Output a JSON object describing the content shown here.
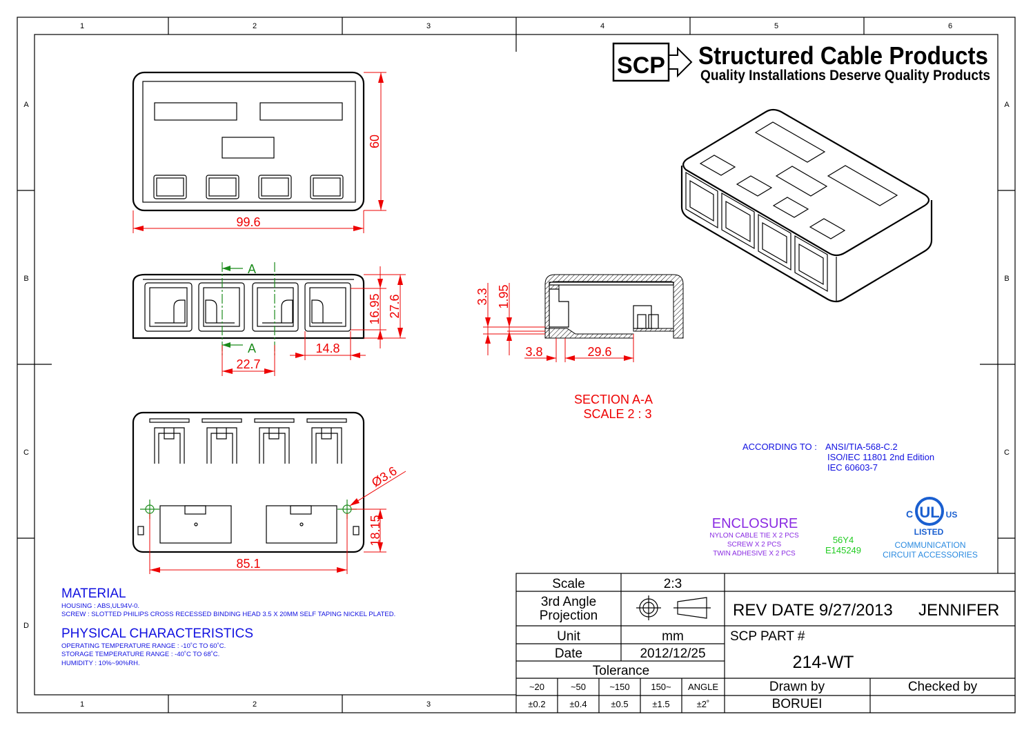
{
  "zones": {
    "columns": [
      "1",
      "2",
      "3",
      "4",
      "5",
      "6"
    ],
    "rows": [
      "A",
      "B",
      "C",
      "D"
    ]
  },
  "logo": {
    "mark": "SCP",
    "company": "Structured Cable Products",
    "slogan": "Quality Installations Deserve Quality Products"
  },
  "dimensions": {
    "top_height": "60",
    "top_width": "99.6",
    "section_marker": "A",
    "port_height": "16.95",
    "body_height": "27.6",
    "port_width": "14.8",
    "port_pitch": "22.7",
    "sec_3_3": "3.3",
    "sec_1_95": "1.95",
    "sec_3_8": "3.8",
    "sec_29_6": "29.6",
    "hole_dia": "Ø3.6",
    "hole_offset": "18.15",
    "hole_spacing": "85.1"
  },
  "section": {
    "title": "SECTION A-A",
    "scale": "SCALE 2 : 3"
  },
  "standards": {
    "label": "ACCORDING TO :",
    "items": [
      "ANSI/TIA-568-C.2",
      "ISO/IEC 11801 2nd Edition",
      "IEC 60603-7"
    ]
  },
  "enclosure": {
    "title": "ENCLOSURE",
    "items": [
      "NYLON CABLE TIE X 2 PCS",
      "SCREW X 2 PCS",
      "TWIN ADHESIVE X 2 PCS"
    ]
  },
  "ul": {
    "code": "56Y4",
    "file": "E145249",
    "c": "C",
    "us": "US",
    "mark": "UL",
    "listed": "LISTED",
    "category": [
      "COMMUNICATION",
      "CIRCUIT ACCESSORIES"
    ]
  },
  "material": {
    "title": "MATERIAL",
    "lines": [
      "HOUSING : ABS,UL94V-0.",
      "SCREW : SLOTTED PHILIPS CROSS RECESSED BINDING HEAD 3.5 X 20MM SELF TAPING NICKEL PLATED."
    ]
  },
  "physical": {
    "title": "PHYSICAL CHARACTERISTICS",
    "lines": [
      "OPERATING TEMPERATURE RANGE : -10˚C TO 60˚C.",
      "STORAGE TEMPERATURE RANGE : -40˚C TO 68˚C.",
      "HUMIDITY : 10%~90%RH."
    ]
  },
  "title_block": {
    "scale_label": "Scale",
    "scale_value": "2:3",
    "projection_label_1": "3rd Angle",
    "projection_label_2": "Projection",
    "unit_label": "Unit",
    "unit_value": "mm",
    "date_label": "Date",
    "date_value": "2012/12/25",
    "tolerance_label": "Tolerance",
    "tolerance_ranges": [
      "~20",
      "~50",
      "~150",
      "150~",
      "ANGLE"
    ],
    "tolerance_values": [
      "±0.2",
      "±0.4",
      "±0.5",
      "±1.5",
      "±2˚"
    ],
    "rev_date": "REV DATE 9/27/2013",
    "rev_by": "JENNIFER",
    "part_label": "SCP PART #",
    "part_number": "214-WT",
    "drawn_by_label": "Drawn by",
    "checked_by_label": "Checked by",
    "drawn_by": "BORUEI",
    "checked_by": ""
  }
}
